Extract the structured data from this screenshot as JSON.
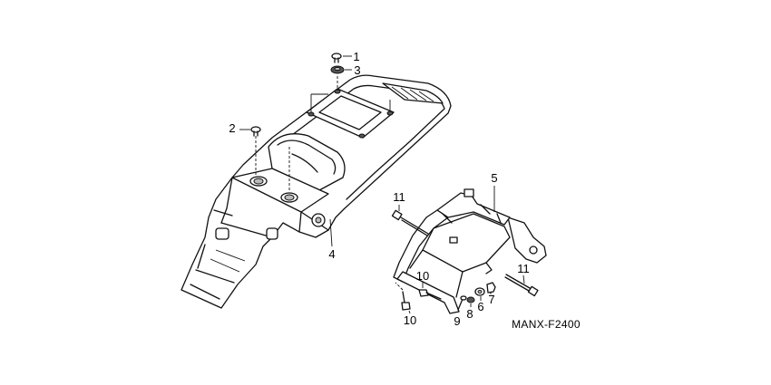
{
  "callouts": {
    "bolt_top": "1",
    "grommet_top": "3",
    "bolt_left": "2",
    "bracket": "5",
    "bolt_long_left": "11",
    "fender": "4",
    "bolt_small_upper": "10",
    "bolt_long_right": "11",
    "nut": "7",
    "washer": "6",
    "collar": "8",
    "screw": "9",
    "bolt_small_lower": "10"
  },
  "diagram_code": "MANX-F2400"
}
